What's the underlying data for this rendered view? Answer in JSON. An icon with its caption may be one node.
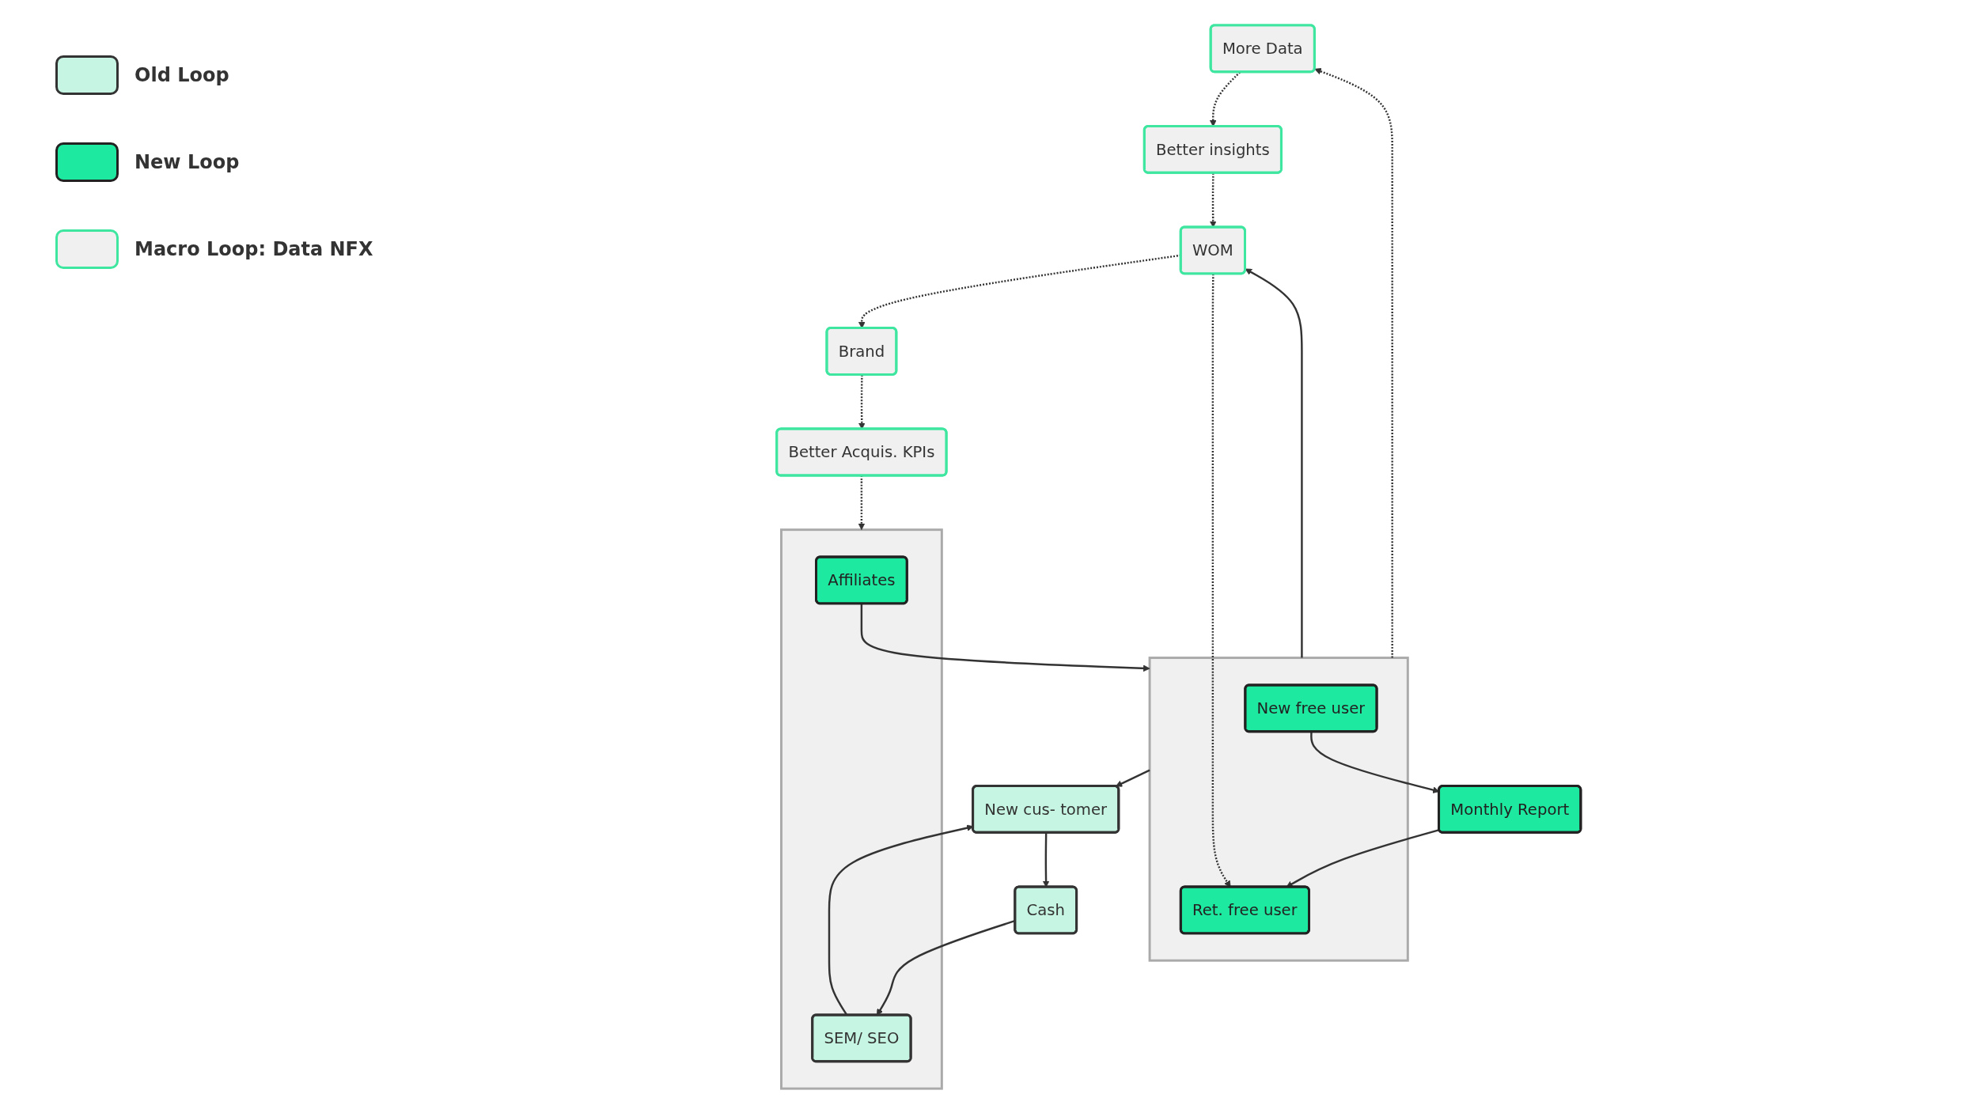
{
  "diagram": {
    "nodes": [
      {
        "text": [
          "More Data"
        ]
      },
      {
        "text": [
          "Better insights"
        ]
      },
      {
        "text": [
          "Monthly Report"
        ]
      },
      {
        "text": [],
        "shape": "box"
      },
      {
        "text": [
          "New free user"
        ],
        "in": 3
      },
      {
        "text": [
          "Ret. free user"
        ],
        "in": 3
      },
      {
        "text": [],
        "shape": "box"
      },
      {
        "text": [
          "Affiliates"
        ],
        "in": 6
      },
      {
        "text": [
          "SEM/ SEO"
        ],
        "in": 6
      },
      {
        "text": [
          "Better Acquis. KPIs"
        ]
      },
      {
        "text": [
          "New cus- tomer"
        ]
      },
      {
        "text": [
          "WOM"
        ]
      },
      {
        "text": [
          "Cash"
        ]
      },
      {
        "text": [
          "Brand"
        ]
      }
    ],
    "edges": [
      {
        "from": 0,
        "to": 1,
        "arrow": "to",
        "style": "dashed"
      },
      {
        "from": 3,
        "to": 0,
        "arrow": "to",
        "style": "dashed"
      },
      {
        "from": 4,
        "to": 2,
        "arrow": "to"
      },
      {
        "from": 2,
        "to": 5,
        "arrow": "to"
      },
      {
        "from": 7,
        "to": 3,
        "arrow": "to"
      },
      {
        "from": 9,
        "to": 6,
        "arrow": "to",
        "style": "dashed"
      },
      {
        "from": 8,
        "to": 10,
        "arrow": "to"
      },
      {
        "from": 3,
        "to": 10,
        "arrow": "to"
      },
      {
        "from": 3,
        "to": 11,
        "arrow": "to"
      },
      {
        "from": 1,
        "to": 11,
        "arrow": "to",
        "style": "dashed"
      },
      {
        "from": 11,
        "to": 5,
        "arrow": "to",
        "style": "dashed"
      },
      {
        "from": 10,
        "to": 12,
        "arrow": "to"
      },
      {
        "from": 12,
        "to": 8,
        "arrow": "to"
      },
      {
        "from": 11,
        "to": 13,
        "arrow": "to",
        "style": "dashed"
      },
      {
        "from": 13,
        "to": 9,
        "arrow": "to",
        "style": "dashed"
      }
    ],
    "legend": [
      {
        "text": "Old Loop",
        "color": "#c6f5e3"
      },
      {
        "text": "New Loop",
        "color": "#1de9a0"
      },
      {
        "text": "Macro Loop: Data NFX",
        "color": "#f0f0f0"
      }
    ]
  }
}
